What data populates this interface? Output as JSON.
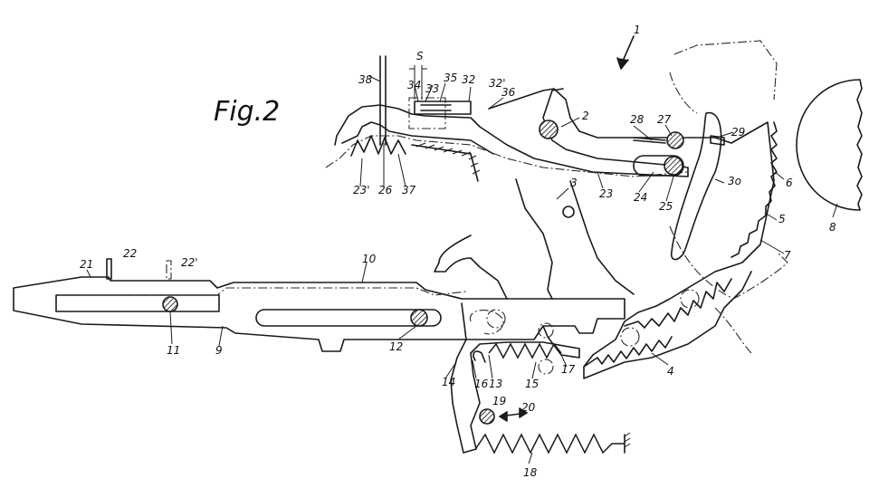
{
  "figure": {
    "title": "Fig.2"
  },
  "labels": {
    "l1": "1",
    "l2": "2",
    "l3": "3",
    "l3o": "3o",
    "l4": "4",
    "l5": "5",
    "l6": "6",
    "l7": "7",
    "l8": "8",
    "l9": "9",
    "l10": "10",
    "l11": "11",
    "l12": "12",
    "l13": "13",
    "l14": "14",
    "l15": "15",
    "l16": "16",
    "l17": "17",
    "l18": "18",
    "l19": "19",
    "l20": "20",
    "l21": "21",
    "l22": "22",
    "l22p": "22'",
    "l23": "23",
    "l23p": "23'",
    "l24": "24",
    "l25": "25",
    "l26": "26",
    "l27": "27",
    "l28": "28",
    "l29": "29",
    "l32": "32",
    "l32p": "32'",
    "l33": "33",
    "l34": "34",
    "l35": "35",
    "l36": "36",
    "l37": "37",
    "l38": "38",
    "lS": "S"
  }
}
